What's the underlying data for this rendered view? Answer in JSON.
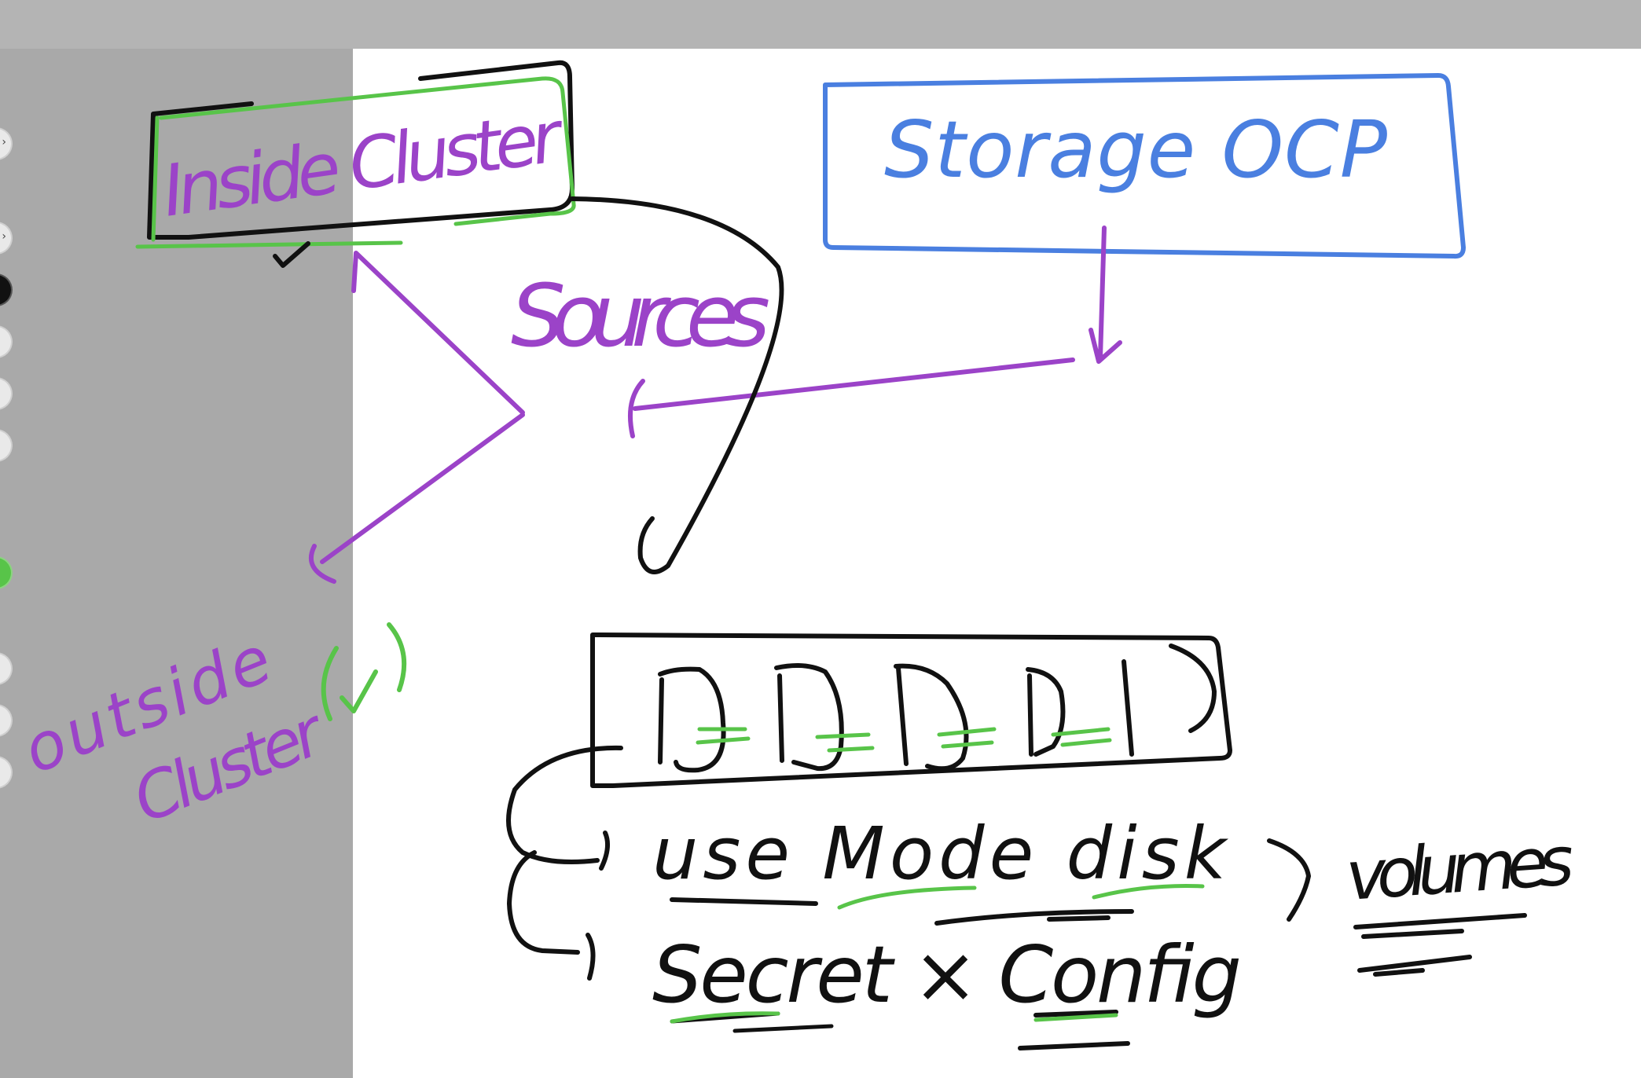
{
  "whiteboard": {
    "tools": [
      {
        "icon": "pointer-tool-icon"
      },
      {
        "icon": "pen-tool-icon"
      },
      {
        "icon": "black-color-swatch-icon"
      },
      {
        "icon": "white-color-swatch-icon"
      },
      {
        "icon": "white-color-swatch-icon"
      },
      {
        "icon": "white-color-swatch-icon"
      },
      {
        "icon": "green-color-swatch-icon"
      },
      {
        "icon": "white-color-swatch-icon"
      },
      {
        "icon": "white-color-swatch-icon"
      },
      {
        "icon": "white-color-swatch-icon"
      }
    ],
    "notes": {
      "inside_cluster": "Inside Cluster",
      "storage_ocp": "Storage OCP",
      "sources": "Sources",
      "outside_cluster_line1": "outside",
      "outside_cluster_line2": "Cluster",
      "check": "(✓)",
      "use_mode_disk": "use Mode disk",
      "volumes": "volumes",
      "secret_config": "Secret × Config"
    },
    "colors": {
      "purple": "#9b43c8",
      "blue": "#4a7fe0",
      "green": "#58c449",
      "black": "#111111"
    }
  }
}
